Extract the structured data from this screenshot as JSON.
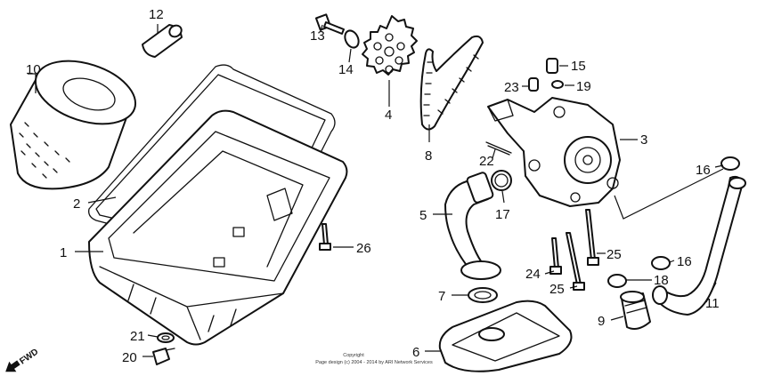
{
  "callouts": {
    "c1": "1",
    "c2": "2",
    "c3": "3",
    "c4": "4",
    "c5": "5",
    "c6": "6",
    "c7": "7",
    "c8": "8",
    "c9": "9",
    "c10": "10",
    "c11": "11",
    "c12": "12",
    "c13": "13",
    "c14": "14",
    "c15": "15",
    "c16a": "16",
    "c16b": "16",
    "c17": "17",
    "c18": "18",
    "c19": "19",
    "c20": "20",
    "c21": "21",
    "c22": "22",
    "c23": "23",
    "c24": "24",
    "c25a": "25",
    "c25b": "25",
    "c26": "26"
  },
  "footer": {
    "copyright_line1": "Copyright",
    "copyright_line2": "Page design (c) 2004 - 2014 by ARI Network Services"
  },
  "direction": {
    "label": "FWD"
  },
  "colors": {
    "ink": "#111111",
    "paper": "#ffffff"
  }
}
